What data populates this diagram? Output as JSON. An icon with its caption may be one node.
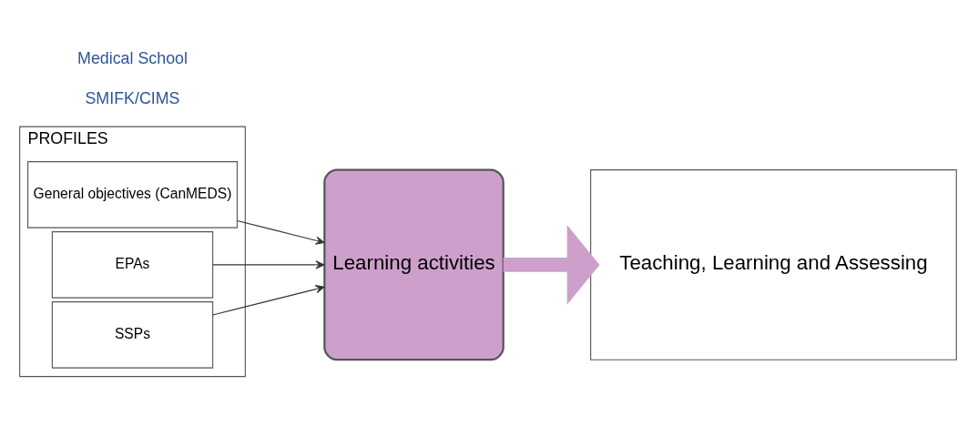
{
  "diagram": {
    "nodes": [
      {
        "text": [
          "PROFILES"
        ]
      },
      {
        "text": [
          "General objectives (CanMEDS)"
        ],
        "in": 0
      },
      {
        "text": [
          "EPAs"
        ],
        "in": 0
      },
      {
        "text": [
          "SSPs"
        ],
        "in": 0
      },
      {
        "text": [
          "Learning activities"
        ]
      },
      {
        "text": [
          "Teaching, Learning and Assessing"
        ]
      }
    ],
    "edges": [
      {
        "from": 1,
        "to": 4,
        "arrow": "to"
      },
      {
        "from": 2,
        "to": 4,
        "arrow": "to"
      },
      {
        "from": 3,
        "to": 4,
        "arrow": "to"
      },
      {
        "from": 4,
        "to": 5,
        "arrow": "to",
        "style": "thick",
        "color": "#cda0cc"
      }
    ],
    "labels": [
      "SMIFK/CIMS",
      "Medical School"
    ]
  }
}
